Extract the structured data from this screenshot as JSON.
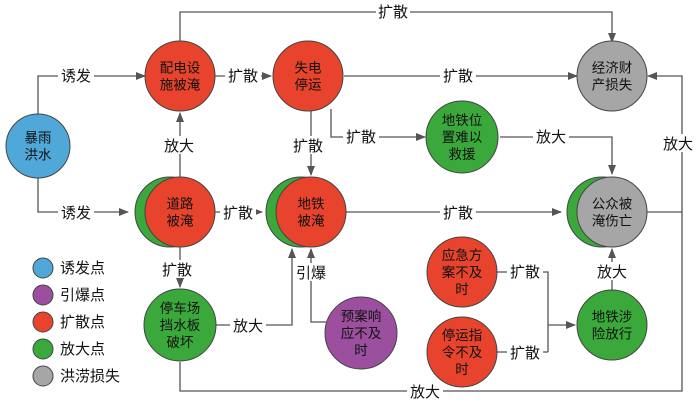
{
  "node_types": {
    "trigger": {
      "label": "诱发点",
      "color": "#4fa8d8"
    },
    "detonation": {
      "label": "引爆点",
      "color": "#9b4f9e"
    },
    "diffusion": {
      "label": "扩散点",
      "color": "#e8432c"
    },
    "amplify": {
      "label": "放大点",
      "color": "#3aa83a"
    },
    "loss": {
      "label": "洪涝损失",
      "color": "#a6a6a6"
    }
  },
  "nodes": {
    "rainstorm": {
      "lines": [
        "暴雨",
        "洪水"
      ],
      "type": "trigger"
    },
    "distribution": {
      "lines": [
        "配电设",
        "施被淹"
      ],
      "type": "diffusion"
    },
    "power_outage": {
      "lines": [
        "失电",
        "停运"
      ],
      "type": "diffusion"
    },
    "economic_loss": {
      "lines": [
        "经济财",
        "产损失"
      ],
      "type": "loss"
    },
    "metro_location": {
      "lines": [
        "地铁位",
        "置难以",
        "救援"
      ],
      "type": "amplify"
    },
    "road_flooded": {
      "lines": [
        "道路",
        "被淹"
      ],
      "type": "diffusion",
      "ring": "amplify"
    },
    "metro_flooded": {
      "lines": [
        "地铁",
        "被淹"
      ],
      "type": "diffusion",
      "ring": "amplify"
    },
    "public_casualty": {
      "lines": [
        "公众被",
        "淹伤亡"
      ],
      "type": "loss",
      "ring": "amplify"
    },
    "emergency_plan": {
      "lines": [
        "应急方",
        "案不及",
        "时"
      ],
      "type": "diffusion"
    },
    "parking_board": {
      "lines": [
        "停车场",
        "挡水板",
        "破坏"
      ],
      "type": "amplify"
    },
    "plan_response": {
      "lines": [
        "预案响",
        "应不及",
        "时"
      ],
      "type": "detonation"
    },
    "stop_order": {
      "lines": [
        "停运指",
        "令不及",
        "时"
      ],
      "type": "diffusion"
    },
    "metro_risky_run": {
      "lines": [
        "地铁涉",
        "险放行"
      ],
      "type": "amplify"
    }
  },
  "edge_labels": {
    "top_spread": "扩散",
    "induce_upper": "诱发",
    "induce_lower": "诱发",
    "dist_to_outage": "扩散",
    "outage_to_loss": "扩散",
    "outage_to_metro": "扩散",
    "outage_to_location": "扩散",
    "road_to_dist": "放大",
    "location_to_public": "放大",
    "road_to_metro": "扩散",
    "metro_to_public": "扩散",
    "right_amplify": "放大",
    "road_to_parking": "扩散",
    "detonate": "引爆",
    "emergency_spread": "扩散",
    "run_to_public": "放大",
    "parking_to_metro": "放大",
    "stop_spread": "扩散",
    "bottom_amplify": "放大"
  },
  "legend_order": [
    "trigger",
    "detonation",
    "diffusion",
    "amplify",
    "loss"
  ]
}
